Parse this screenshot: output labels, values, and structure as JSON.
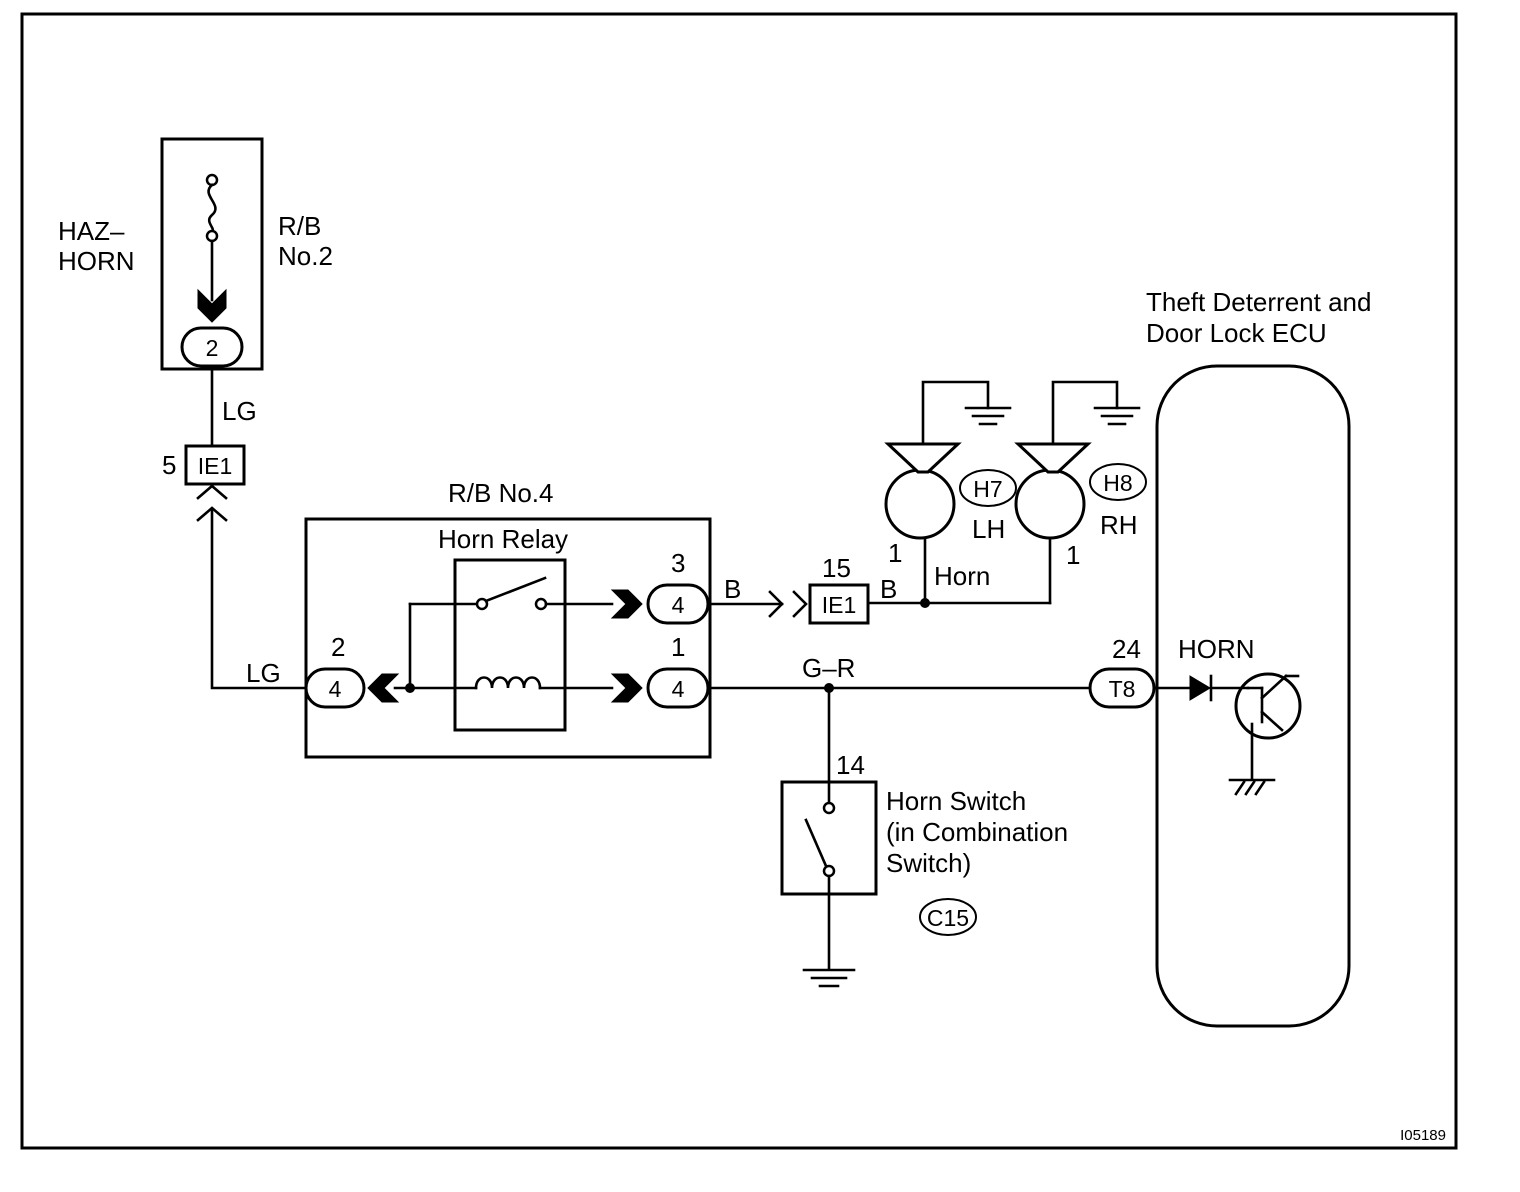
{
  "diagram_id": "I05189",
  "fuse": {
    "name_line1": "HAZ–",
    "name_line2": "HORN",
    "block_line1": "R/B",
    "block_line2": "No.2",
    "terminal": "2"
  },
  "wires": {
    "lg_upper": "LG",
    "lg_lower": "LG",
    "b_relay": "B",
    "b_junction": "B",
    "gr": "G–R"
  },
  "junction_ie1_top": {
    "pin": "5",
    "code": "IE1"
  },
  "junction_ie1_mid": {
    "pin": "15",
    "code": "IE1"
  },
  "relay_block": {
    "title": "R/B No.4",
    "relay_label": "Horn Relay",
    "pin_left_num": "2",
    "pin_left_conn": "4",
    "pin_switch_num": "3",
    "pin_switch_conn": "4",
    "pin_coil_num": "1",
    "pin_coil_conn": "4"
  },
  "horns": {
    "lh_code": "H7",
    "lh_label": "LH",
    "lh_pin": "1",
    "rh_code": "H8",
    "rh_label": "RH",
    "rh_pin": "1",
    "label": "Horn"
  },
  "ecu": {
    "title_line1": "Theft Deterrent and",
    "title_line2": "Door Lock ECU",
    "pin": "24",
    "connector": "T8",
    "signal": "HORN"
  },
  "horn_switch": {
    "pin": "14",
    "line1": "Horn Switch",
    "line2": "(in Combination",
    "line3": "Switch)",
    "code": "C15"
  }
}
